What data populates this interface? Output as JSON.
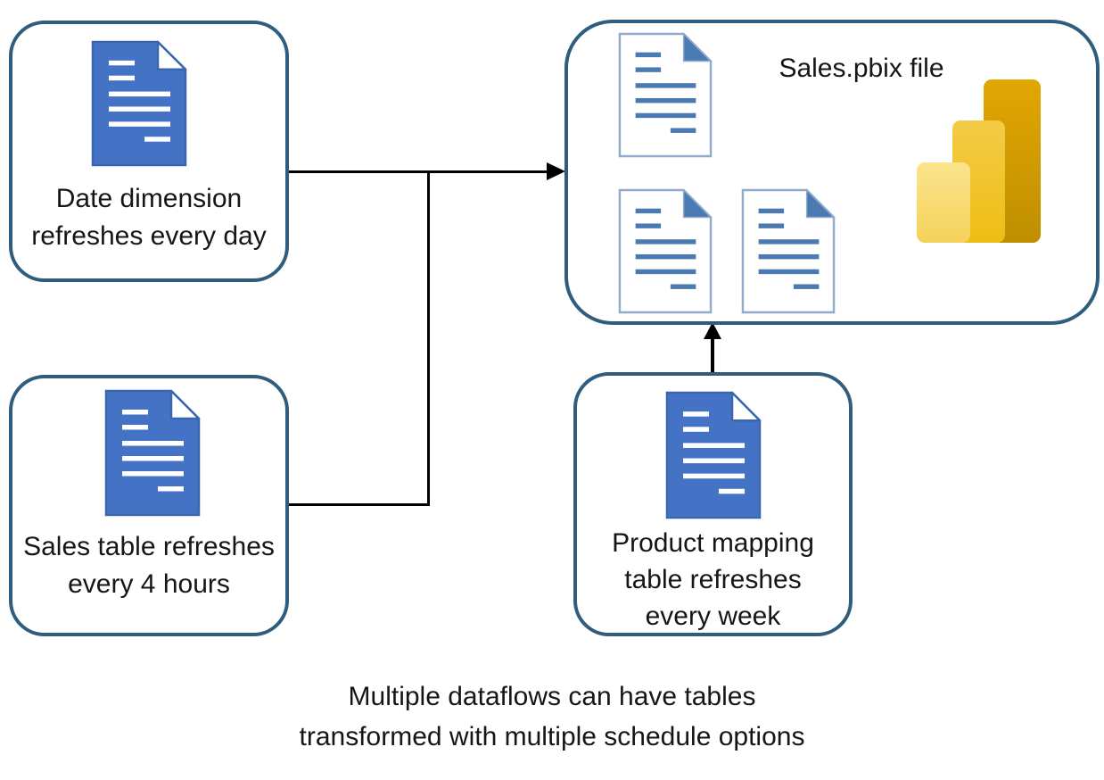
{
  "diagram": {
    "nodes": {
      "date_dataflow": {
        "label_line1": "Date dimension",
        "label_line2": "refreshes every day",
        "icon": "blue-document-icon"
      },
      "sales_dataflow": {
        "label_line1": "Sales table refreshes",
        "label_line2": "every 4 hours",
        "icon": "blue-document-icon"
      },
      "product_dataflow": {
        "label_line1": "Product mapping",
        "label_line2": "table refreshes",
        "label_line3": "every week",
        "icon": "blue-document-icon"
      },
      "pbix_file": {
        "title": "Sales.pbix file",
        "icons": [
          "white-document-icon",
          "white-document-icon",
          "white-document-icon",
          "power-bi-logo"
        ]
      }
    },
    "connectors": [
      {
        "from": "date_dataflow",
        "to": "pbix_file",
        "style": "black-arrow"
      },
      {
        "from": "sales_dataflow",
        "to": "pbix_file",
        "style": "black-arrow-merged"
      },
      {
        "from": "product_dataflow",
        "to": "pbix_file",
        "style": "black-arrow-up"
      }
    ],
    "caption": {
      "line1": "Multiple dataflows can have tables",
      "line2": "transformed with multiple schedule options"
    },
    "colors": {
      "box_border": "#2F5D7E",
      "blue_document_fill": "#4472C4",
      "blue_document_stroke": "#3A66AE",
      "white_document_stroke": "#92ABCB",
      "white_document_accent": "#4B79B2",
      "connector_black": "#000000",
      "powerbi_gold_light": "#F7DD7C",
      "powerbi_gold_mid": "#F0C32B",
      "powerbi_gold_dark": "#C99304",
      "text": "#161616"
    }
  }
}
